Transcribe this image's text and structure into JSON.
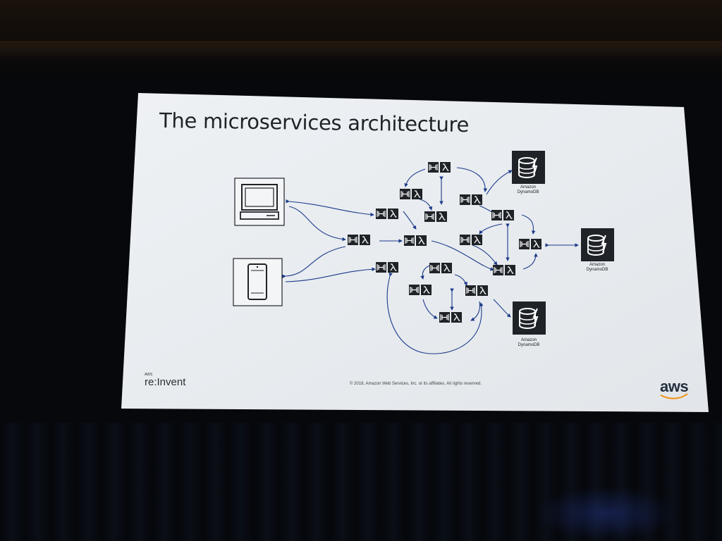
{
  "slide": {
    "title": "The microservices architecture",
    "copyright": "© 2018, Amazon Web Services, Inc. or its affiliates. All rights reserved.",
    "event_logo_small": "AWS",
    "event_logo_main": "re:Invent",
    "brand_logo": "aws"
  },
  "databases": [
    {
      "line1": "Amazon",
      "line2": "DynamoDB"
    },
    {
      "line1": "Amazon",
      "line2": "DynamoDB"
    },
    {
      "line1": "Amazon",
      "line2": "DynamoDB"
    }
  ],
  "icons": {
    "client_desktop": "desktop-computer-icon",
    "client_mobile": "mobile-phone-icon",
    "service_gateway": "api-gateway-icon",
    "service_function": "lambda-icon",
    "database": "dynamodb-icon"
  },
  "colors": {
    "slide_background": "#e9ecf0",
    "icon_dark": "#1f2328",
    "connector": "#1b3a8a"
  }
}
